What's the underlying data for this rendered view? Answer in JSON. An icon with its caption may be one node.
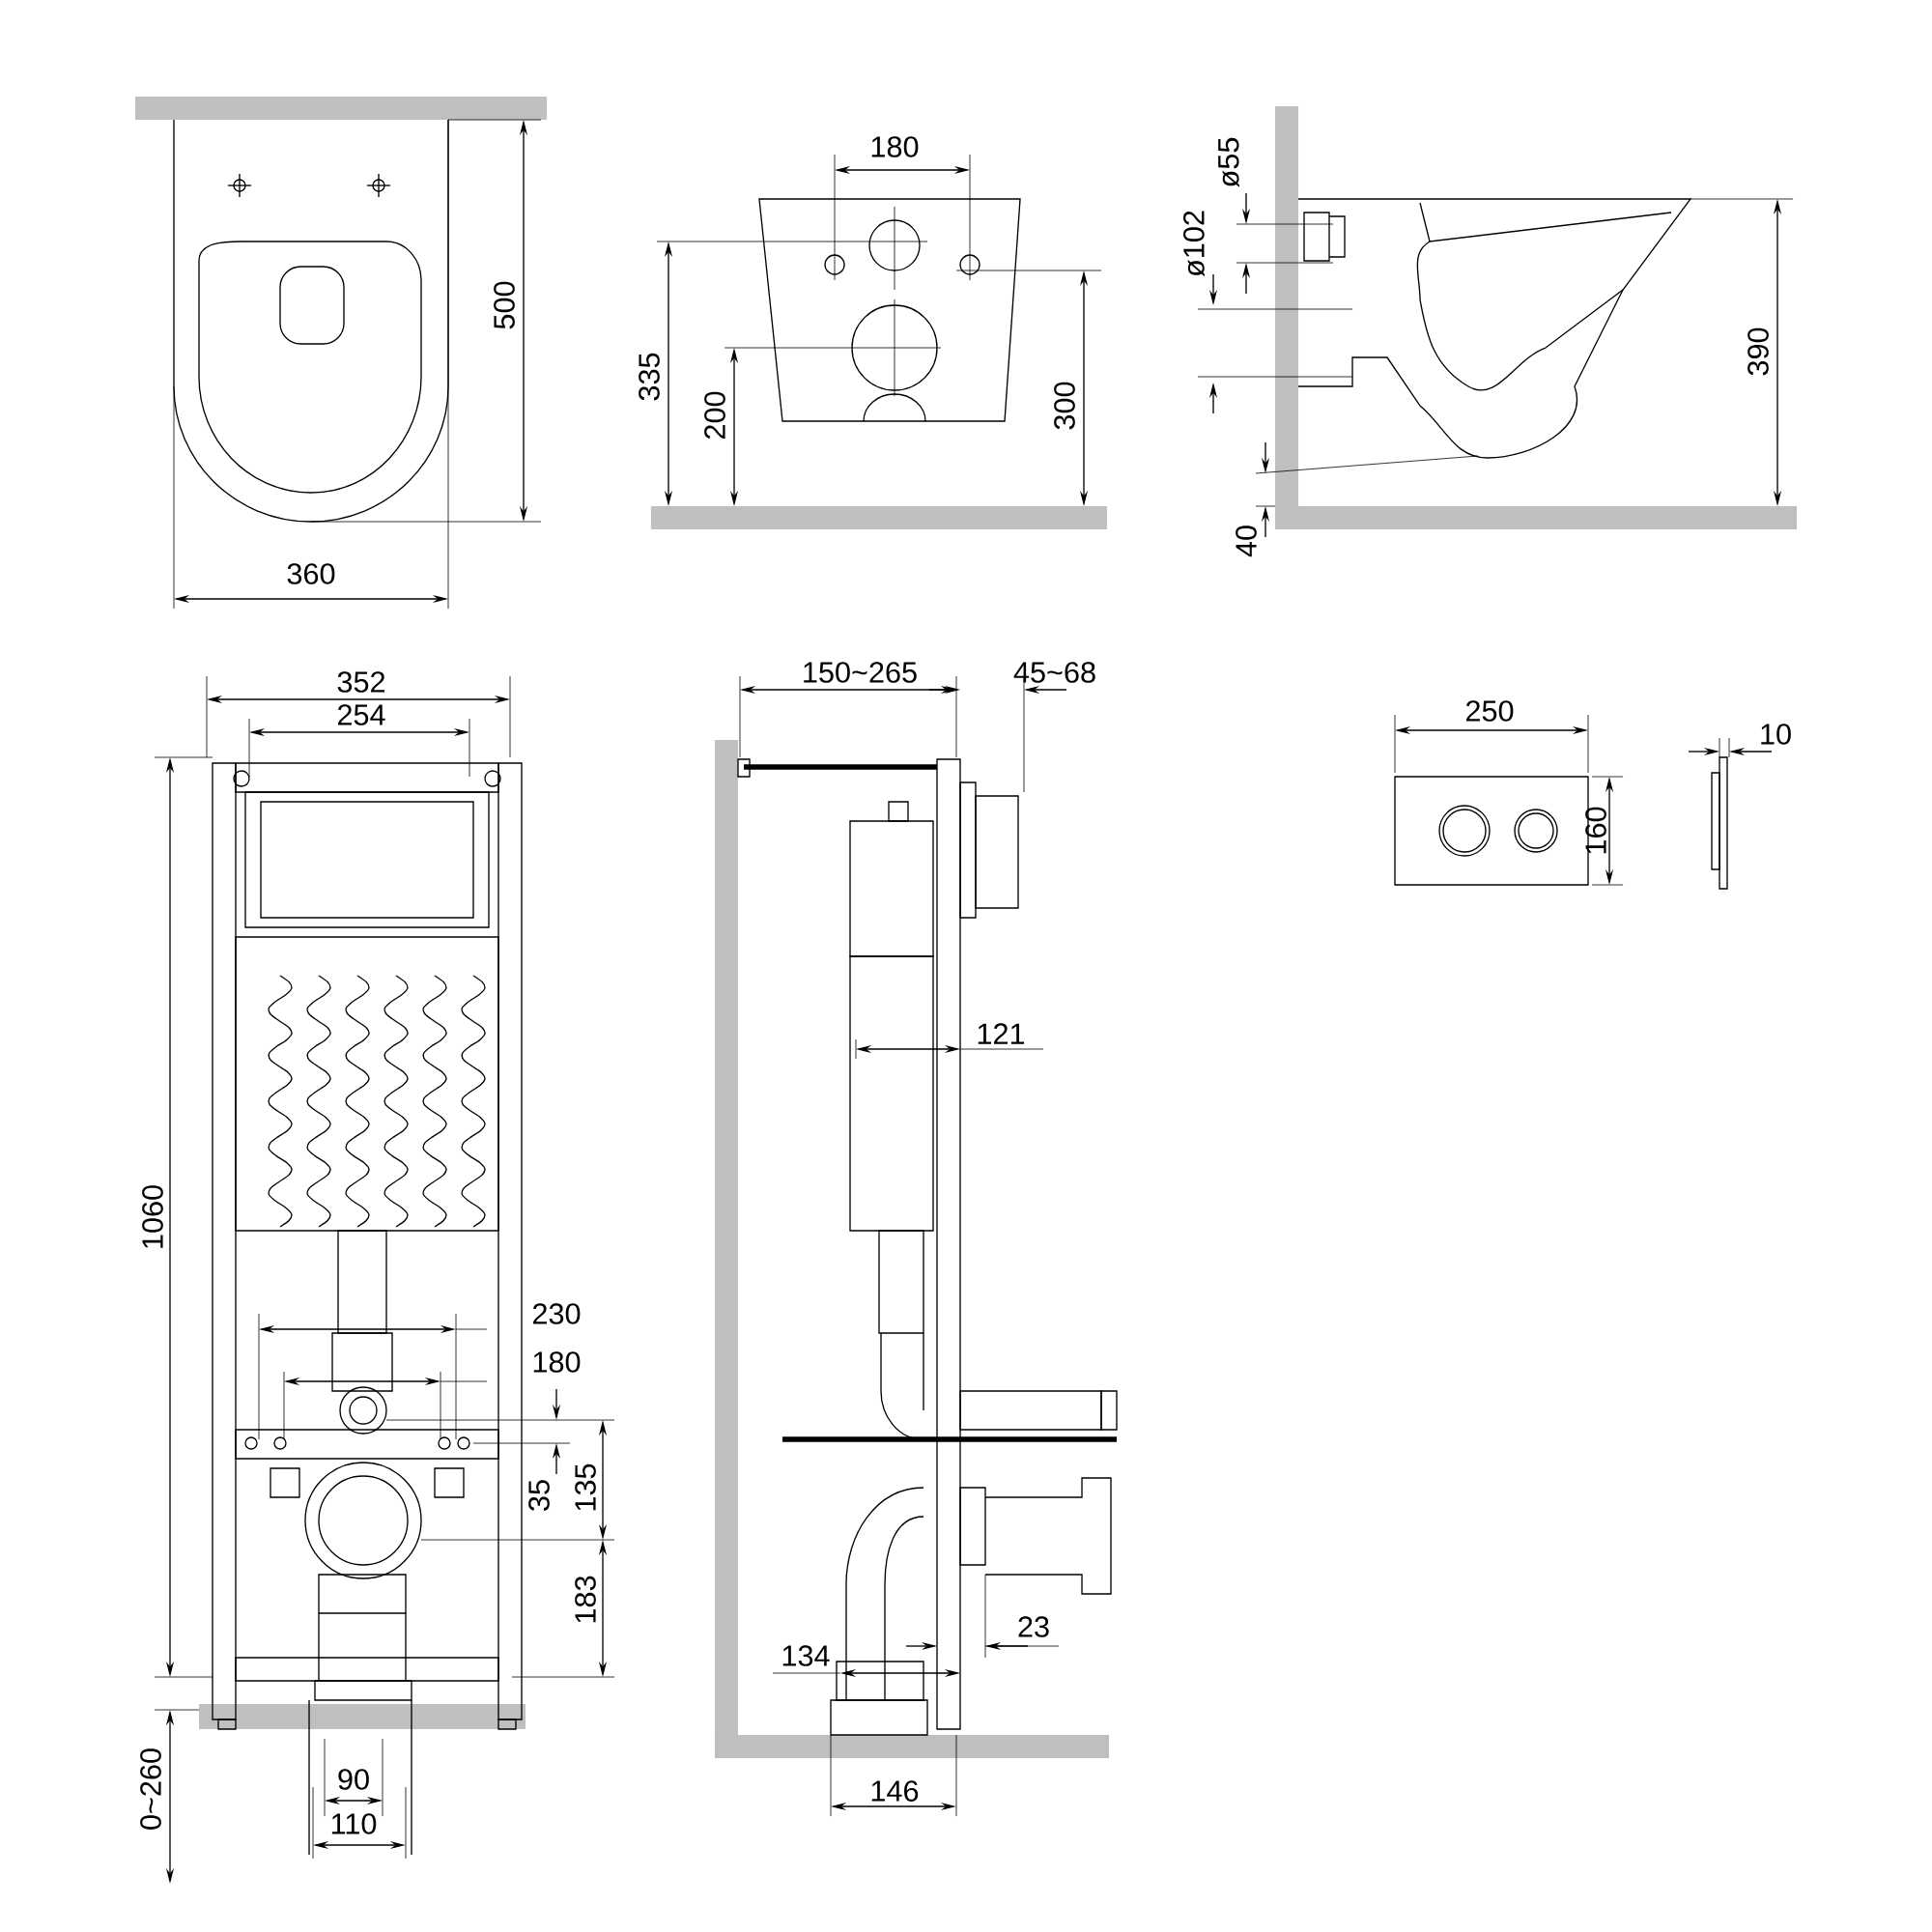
{
  "diagram": {
    "labels": [
      "500",
      "360",
      "180",
      "335",
      "200",
      "300",
      "ø55",
      "ø102",
      "390",
      "40",
      "352",
      "254",
      "1060",
      "230",
      "180",
      "35",
      "135",
      "183",
      "0~260",
      "90",
      "110",
      "150~265",
      "45~68",
      "121",
      "134",
      "23",
      "146",
      "250",
      "160",
      "10"
    ]
  }
}
